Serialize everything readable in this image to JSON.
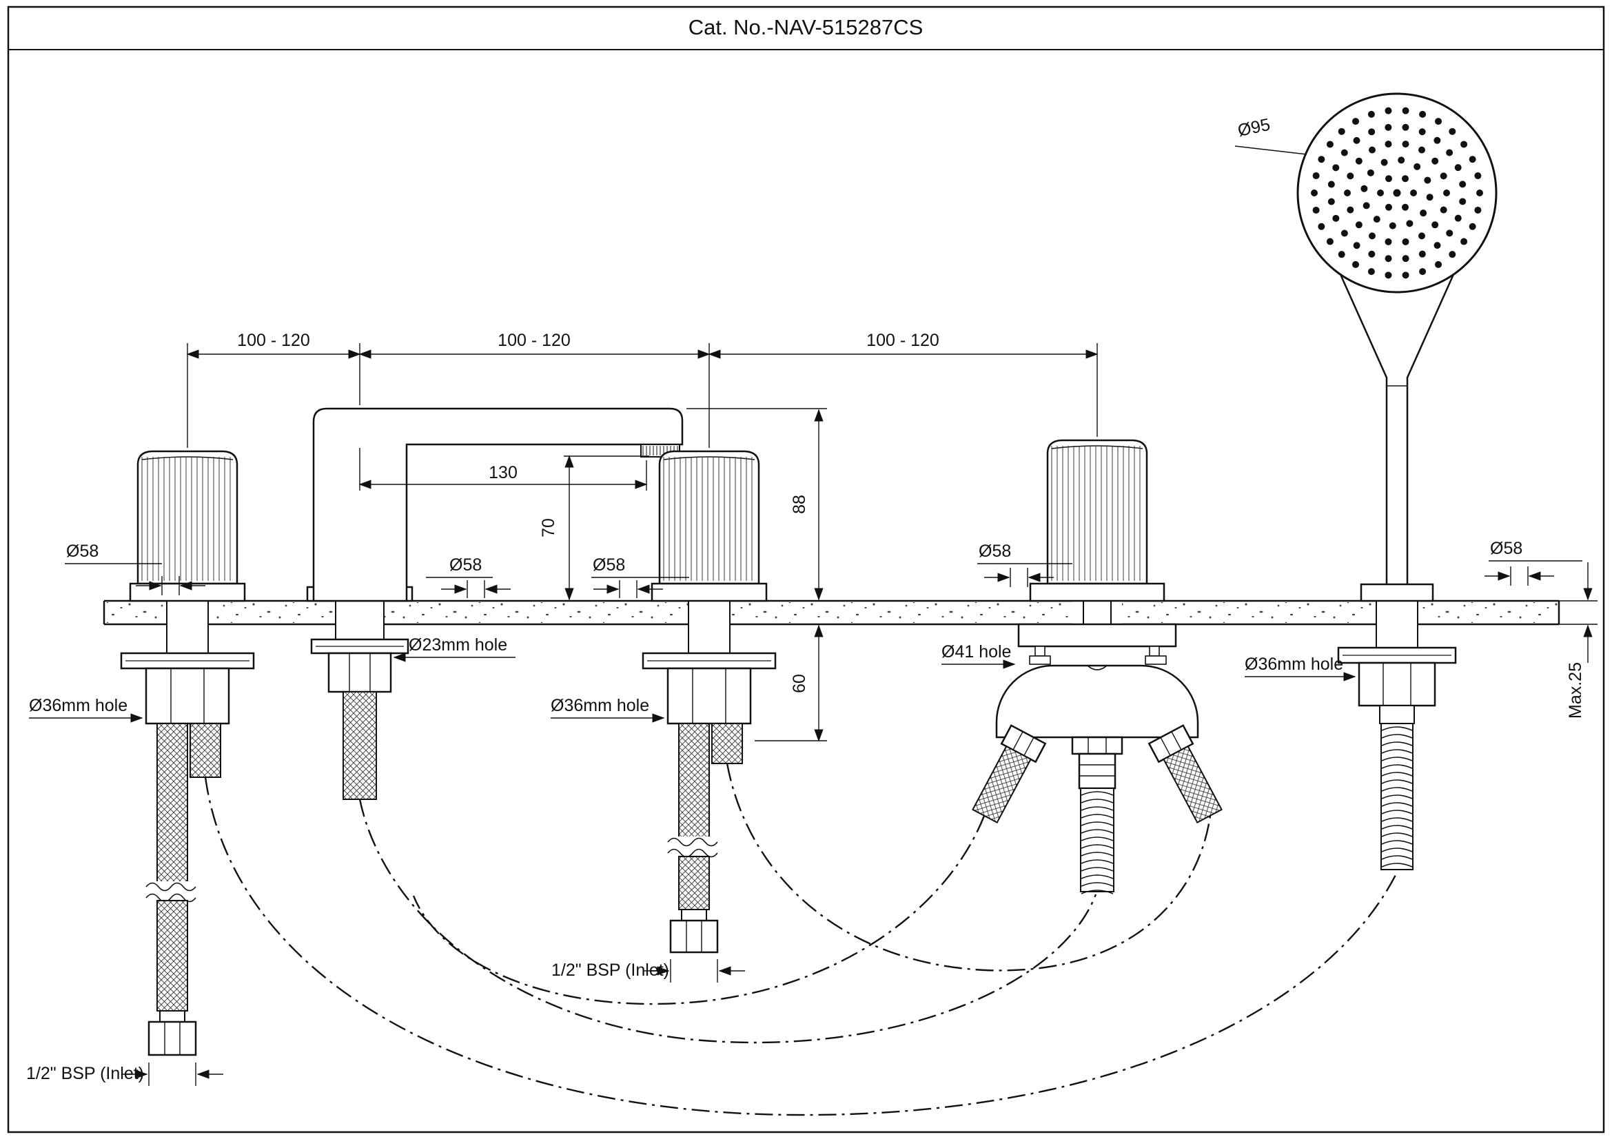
{
  "title": "Cat. No.-NAV-515287CS",
  "dims": {
    "span_left": "100 - 120",
    "span_mid": "100 - 120",
    "span_right": "100 - 120",
    "spout_reach": "130",
    "spout_outlet_height": "70",
    "spout_top_height": "88",
    "below_deck_depth": "60",
    "handshower_diameter": "Ø95",
    "deck_thickness_max": "Max.25"
  },
  "base_diameters": {
    "handle_left": "Ø58",
    "spout": "Ø58",
    "handle_right": "Ø58",
    "diverter": "Ø58",
    "handshower_holder": "Ø58"
  },
  "hole_callouts": {
    "handle_left": "Ø36mm hole",
    "spout": "Ø23mm hole",
    "handle_right": "Ø36mm hole",
    "diverter": "Ø41 hole",
    "handshower": "Ø36mm hole"
  },
  "inlets": {
    "left": "1/2\" BSP (Inlet)",
    "mid": "1/2\" BSP (Inlet)"
  },
  "colors": {
    "line": "#111111",
    "background": "#ffffff"
  }
}
